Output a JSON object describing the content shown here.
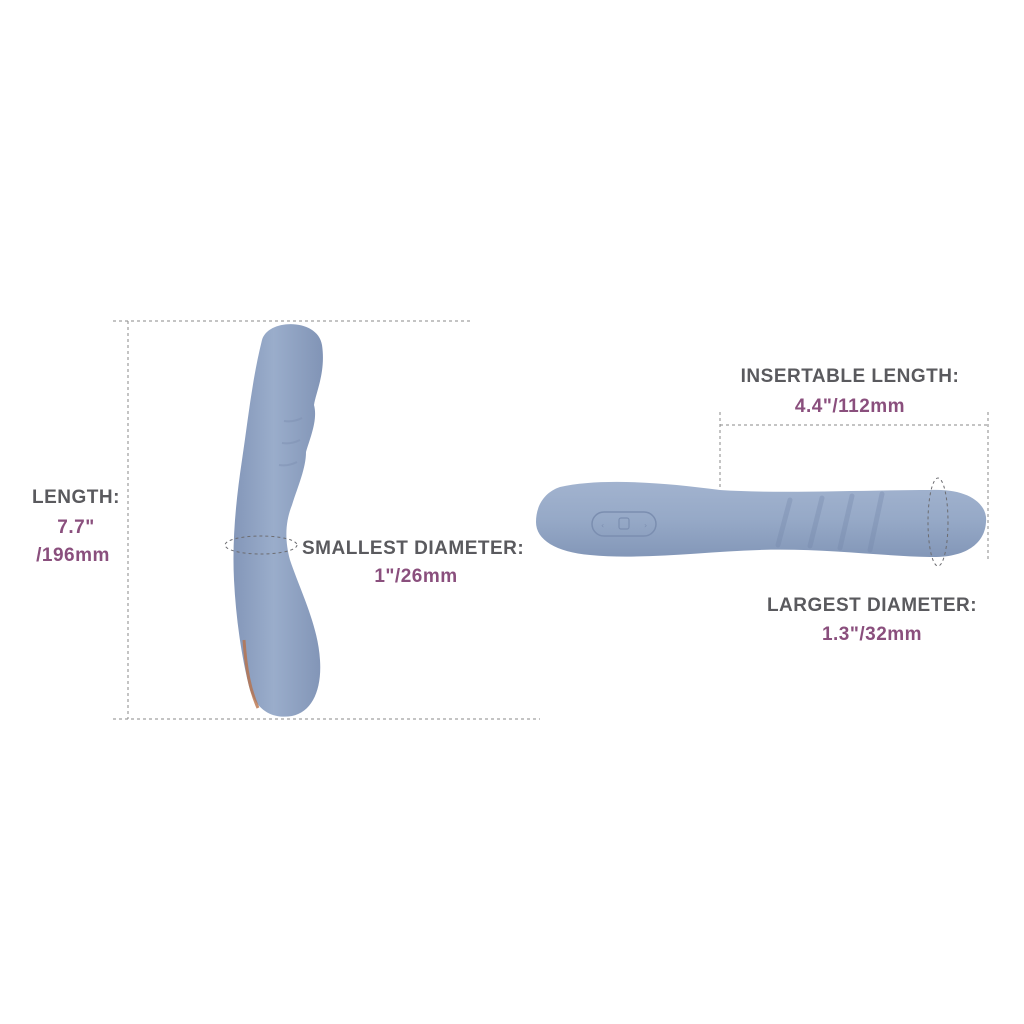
{
  "colors": {
    "label": "#5a5a5e",
    "value": "#8a4f7d",
    "product": "#93a6c6",
    "product_shadow": "#7d90b2",
    "guide_line": "#8a8a8a",
    "accent_copper": "#b8724a"
  },
  "left_view": {
    "length": {
      "label": "LENGTH:",
      "value_inch": "7.7\"",
      "value_mm": "/196mm"
    },
    "smallest_diameter": {
      "label": "SMALLEST DIAMETER:",
      "value": "1\"/26mm"
    }
  },
  "right_view": {
    "insertable_length": {
      "label": "INSERTABLE LENGTH:",
      "value": "4.4\"/112mm"
    },
    "largest_diameter": {
      "label": "LARGEST DIAMETER:",
      "value": "1.3\"/32mm"
    },
    "control_panel": {
      "icons": [
        "minus-icon",
        "power-icon",
        "plus-icon"
      ]
    }
  }
}
